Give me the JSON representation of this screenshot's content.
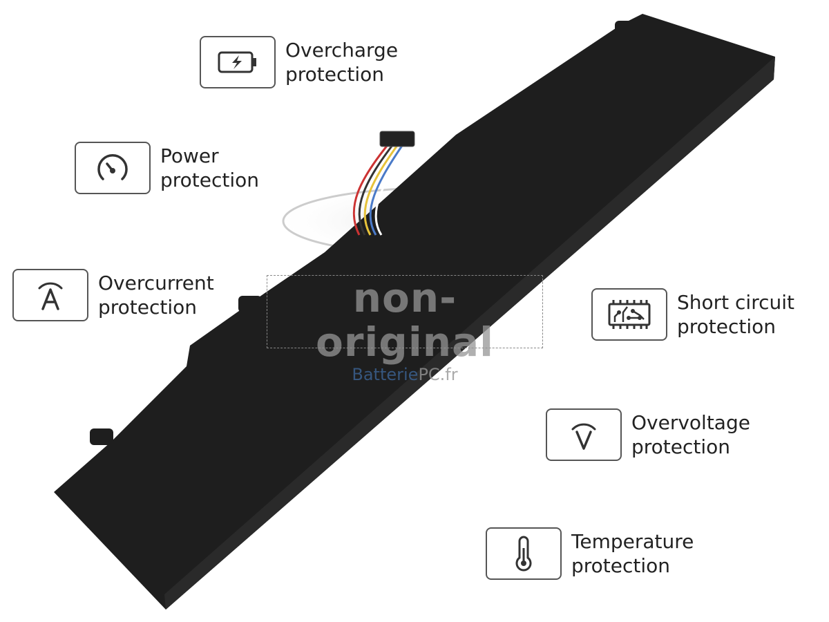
{
  "features": [
    {
      "icon": "battery-charge-icon",
      "line1": "Overcharge",
      "line2": "protection"
    },
    {
      "icon": "gauge-icon",
      "line1": "Power",
      "line2": "protection"
    },
    {
      "icon": "ampere-icon",
      "line1": "Overcurrent",
      "line2": "protection"
    },
    {
      "icon": "circuit-chip-icon",
      "line1": "Short circuit",
      "line2": "protection"
    },
    {
      "icon": "voltage-icon",
      "line1": "Overvoltage",
      "line2": "protection"
    },
    {
      "icon": "thermometer-icon",
      "line1": "Temperature",
      "line2": "protection"
    }
  ],
  "watermark": {
    "main": "non-original",
    "site_prefix": "Batterie",
    "site_suffix": "PC.fr"
  },
  "colors": {
    "battery": "#1e1e1e",
    "watermark_blue": "#3c6496"
  }
}
